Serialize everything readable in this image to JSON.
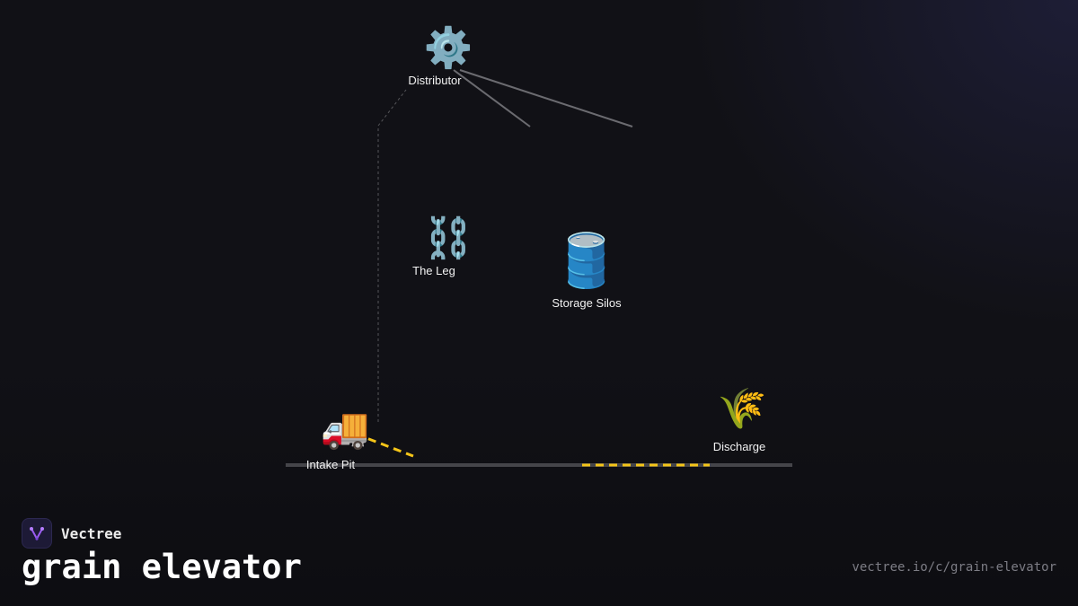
{
  "diagram": {
    "nodes": [
      {
        "id": "distributor",
        "label": "Distributor",
        "icon": "gear-icon",
        "glyph": "⚙️"
      },
      {
        "id": "the-leg",
        "label": "The Leg",
        "icon": "chain-icon",
        "glyph": "⛓️"
      },
      {
        "id": "storage-silos",
        "label": "Storage Silos",
        "icon": "barrel-icon",
        "glyph": "🛢️"
      },
      {
        "id": "intake-pit",
        "label": "Intake Pit",
        "icon": "delivery-truck-icon",
        "glyph": "🚚"
      },
      {
        "id": "discharge",
        "label": "Discharge",
        "icon": "wheat-icon",
        "glyph": "🌾"
      }
    ],
    "colors": {
      "flow": "#f5c518",
      "wire": "#6b6b70",
      "ground": "#45454a",
      "background": "#111116"
    }
  },
  "footer": {
    "brand_name": "Vectree",
    "title": "grain elevator",
    "url": "vectree.io/c/grain-elevator"
  }
}
